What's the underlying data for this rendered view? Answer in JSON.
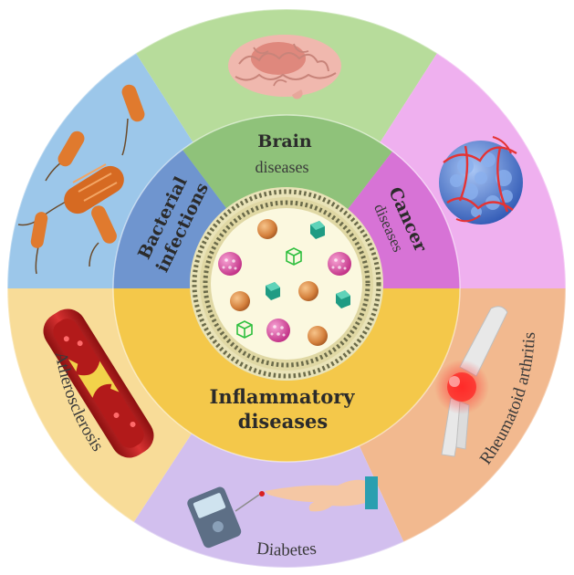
{
  "inner_labels": {
    "brain_line1": "Brain",
    "brain_line2": "diseases",
    "cancer_line1": "Cancer",
    "cancer_line2": "diseases",
    "bacterial_line1": "Bacterial",
    "bacterial_line2": "infections",
    "inflammatory_line1": "Inflammatory",
    "inflammatory_line2": "diseases"
  },
  "outer_labels": {
    "atherosclerosis": "Atherosclerosis",
    "rheumatoid": "Rheumatoid  arthritis",
    "diabetes": "Diabetes"
  },
  "colors": {
    "brain_sector": "#8fc27a",
    "cancer_sector": "#d773d6",
    "bacterial_sector": "#6f95cf",
    "inflammatory_sector": "#f4c84a",
    "outer_brain": "#b7dc9b",
    "outer_cancer": "#efb0ef",
    "outer_bacteria": "#9cc7ea",
    "outer_athero": "#f8dc98",
    "outer_diabetes": "#d2bfee",
    "outer_rheumatoid": "#f2b98f",
    "center_fill": "#fbf8df"
  },
  "icons": [
    "brain-icon",
    "tumor-icon",
    "bacteria-icon",
    "blood-vessel-icon",
    "knee-joint-icon",
    "glucometer-icon",
    "nanoparticle-icon"
  ]
}
